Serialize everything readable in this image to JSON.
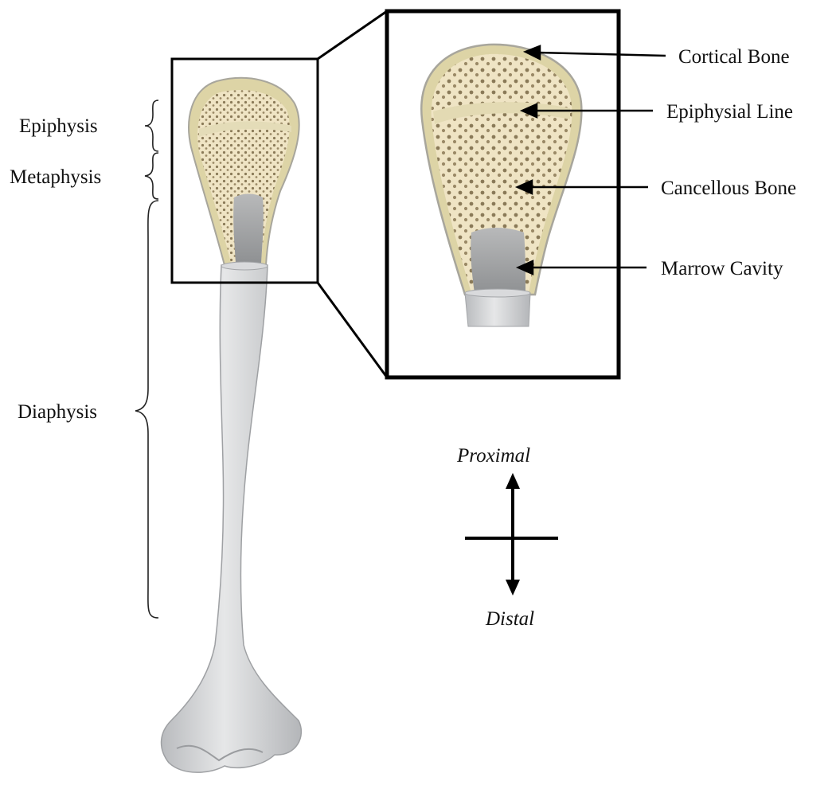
{
  "regions": {
    "epiphysis": "Epiphysis",
    "metaphysis": "Metaphysis",
    "diaphysis": "Diaphysis"
  },
  "callouts": {
    "cortical_bone": "Cortical Bone",
    "epiphysial_line": "Epiphysial Line",
    "cancellous_bone": "Cancellous Bone",
    "marrow_cavity": "Marrow Cavity"
  },
  "orientation": {
    "proximal": "Proximal",
    "distal": "Distal"
  },
  "colors": {
    "bone_shaft": "#cfd1d3",
    "cancellous": "#efe3c2",
    "cortical_rim": "#ddd3a4",
    "marrow": "#a7a9ab",
    "outline": "#000000"
  }
}
